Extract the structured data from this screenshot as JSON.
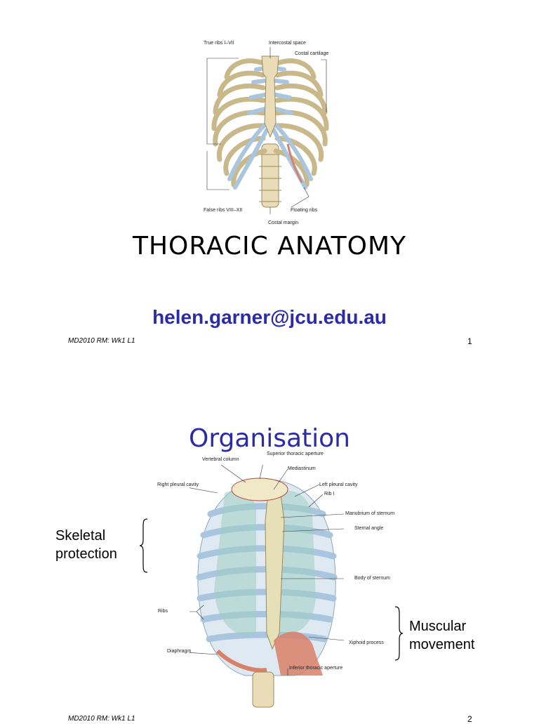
{
  "slide1": {
    "title": "THORACIC ANATOMY",
    "email": "helen.garner@jcu.edu.au",
    "footer": "MD2010 RM: Wk1 L1",
    "page_number": "1",
    "figure_labels": {
      "true_ribs": "True ribs I–VII",
      "intercostal_space": "Intercostal space",
      "costal_cartilage": "Costal cartilage",
      "false_ribs": "False ribs VIII–XII",
      "floating_ribs": "Floating ribs",
      "costal_margin": "Costal margin"
    }
  },
  "slide2": {
    "title": "Organisation",
    "side_left": [
      "Skeletal",
      "protection"
    ],
    "side_right": [
      "Muscular",
      "movement"
    ],
    "footer": "MD2010 RM: Wk1 L1",
    "page_number": "2",
    "figure_labels": {
      "vertebral_column": "Vertebral column",
      "superior_thoracic_aperture": "Superior thoracic aperture",
      "mediastinum": "Mediastinum",
      "right_pleural_cavity": "Right pleural cavity",
      "left_pleural_cavity": "Left pleural cavity",
      "rib_i": "Rib I",
      "manubrium": "Manubrium of sternum",
      "sternal_angle": "Sternal angle",
      "body_of_sternum": "Body of sternum",
      "ribs": "Ribs",
      "xiphoid_process": "Xiphoid process",
      "diaphragm": "Diaphragm",
      "inferior_thoracic_aperture": "Inferior thoracic aperture"
    }
  },
  "colors": {
    "bone": "#e9dcb6",
    "bone_edge": "#9c8a5c",
    "cartilage": "#a9c6de",
    "muscle": "#d98068",
    "pleura": "#9fd0c2",
    "accent_blue": "#2b2ba8"
  }
}
